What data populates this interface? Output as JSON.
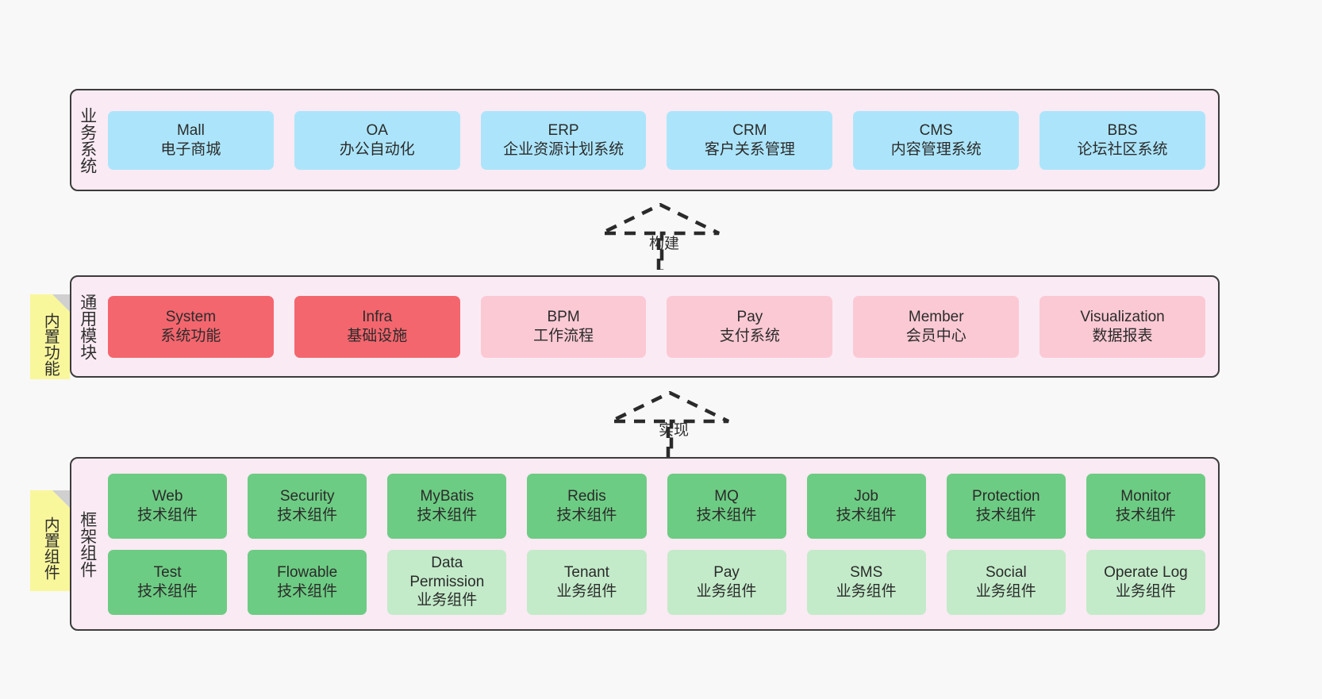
{
  "diagram": {
    "background": "#f8f8f8",
    "layer_fill": "#faeaf3",
    "layer_border": "#3c3c3c",
    "note_fill": "#f9f79b"
  },
  "layers": [
    {
      "id": "business",
      "title": "业务系统",
      "note": null,
      "rows": [
        {
          "cards": [
            {
              "name": "Mall",
              "sub": "电子商城",
              "color": "#ace5fb",
              "style": "c-blue"
            },
            {
              "name": "OA",
              "sub": "办公自动化",
              "color": "#ace5fb",
              "style": "c-blue"
            },
            {
              "name": "ERP",
              "sub": "企业资源计划系统",
              "color": "#ace5fb",
              "style": "c-blue"
            },
            {
              "name": "CRM",
              "sub": "客户关系管理",
              "color": "#ace5fb",
              "style": "c-blue"
            },
            {
              "name": "CMS",
              "sub": "内容管理系统",
              "color": "#ace5fb",
              "style": "c-blue"
            },
            {
              "name": "BBS",
              "sub": "论坛社区系统",
              "color": "#ace5fb",
              "style": "c-blue"
            }
          ]
        }
      ]
    },
    {
      "id": "modules",
      "title": "通用模块",
      "note": "内置功能",
      "rows": [
        {
          "cards": [
            {
              "name": "System",
              "sub": "系统功能",
              "color": "#f4666e",
              "style": "c-red"
            },
            {
              "name": "Infra",
              "sub": "基础设施",
              "color": "#f4666e",
              "style": "c-red"
            },
            {
              "name": "BPM",
              "sub": "工作流程",
              "color": "#fbc9d4",
              "style": "c-pink"
            },
            {
              "name": "Pay",
              "sub": "支付系统",
              "color": "#fbc9d4",
              "style": "c-pink"
            },
            {
              "name": "Member",
              "sub": "会员中心",
              "color": "#fbc9d4",
              "style": "c-pink"
            },
            {
              "name": "Visualization",
              "sub": "数据报表",
              "color": "#fbc9d4",
              "style": "c-pink"
            }
          ]
        }
      ]
    },
    {
      "id": "framework",
      "title": "框架组件",
      "note": "内置组件",
      "rows": [
        {
          "cards": [
            {
              "name": "Web",
              "sub": "技术组件",
              "color": "#6dcc83",
              "style": "c-green"
            },
            {
              "name": "Security",
              "sub": "技术组件",
              "color": "#6dcc83",
              "style": "c-green"
            },
            {
              "name": "MyBatis",
              "sub": "技术组件",
              "color": "#6dcc83",
              "style": "c-green"
            },
            {
              "name": "Redis",
              "sub": "技术组件",
              "color": "#6dcc83",
              "style": "c-green"
            },
            {
              "name": "MQ",
              "sub": "技术组件",
              "color": "#6dcc83",
              "style": "c-green"
            },
            {
              "name": "Job",
              "sub": "技术组件",
              "color": "#6dcc83",
              "style": "c-green"
            },
            {
              "name": "Protection",
              "sub": "技术组件",
              "color": "#6dcc83",
              "style": "c-green"
            },
            {
              "name": "Monitor",
              "sub": "技术组件",
              "color": "#6dcc83",
              "style": "c-green"
            }
          ]
        },
        {
          "cards": [
            {
              "name": "Test",
              "sub": "技术组件",
              "color": "#6dcc83",
              "style": "c-green"
            },
            {
              "name": "Flowable",
              "sub": "技术组件",
              "color": "#6dcc83",
              "style": "c-green"
            },
            {
              "name": "Data Permission",
              "sub": "业务组件",
              "color": "#c3ebc9",
              "style": "c-lightgreen"
            },
            {
              "name": "Tenant",
              "sub": "业务组件",
              "color": "#c3ebc9",
              "style": "c-lightgreen"
            },
            {
              "name": "Pay",
              "sub": "业务组件",
              "color": "#c3ebc9",
              "style": "c-lightgreen"
            },
            {
              "name": "SMS",
              "sub": "业务组件",
              "color": "#c3ebc9",
              "style": "c-lightgreen"
            },
            {
              "name": "Social",
              "sub": "业务组件",
              "color": "#c3ebc9",
              "style": "c-lightgreen"
            },
            {
              "name": "Operate Log",
              "sub": "业务组件",
              "color": "#c3ebc9",
              "style": "c-lightgreen"
            }
          ]
        }
      ]
    }
  ],
  "arrows": [
    {
      "id": "build",
      "label": "构建",
      "direction": "up",
      "from_layer": "modules",
      "to_layer": "business"
    },
    {
      "id": "impl",
      "label": "实现",
      "direction": "up",
      "from_layer": "framework",
      "to_layer": "modules"
    }
  ]
}
